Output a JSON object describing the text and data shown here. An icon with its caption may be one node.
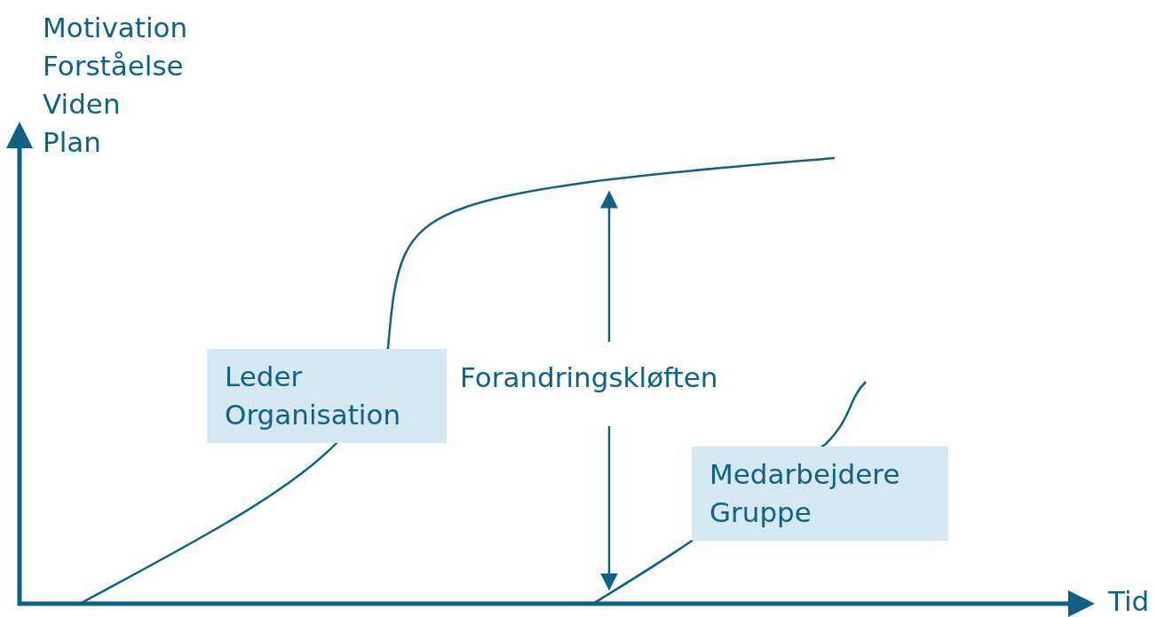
{
  "diagram": {
    "nodes": [
      {
        "text": [
          "Leder Organisation"
        ]
      },
      {
        "text": [
          "Medarbejdere Gruppe"
        ]
      }
    ],
    "edges": [],
    "labels": [
      "Motivation",
      "Forståelse",
      "Viden",
      "Plan",
      "Forandringskløften",
      "Tid"
    ]
  }
}
